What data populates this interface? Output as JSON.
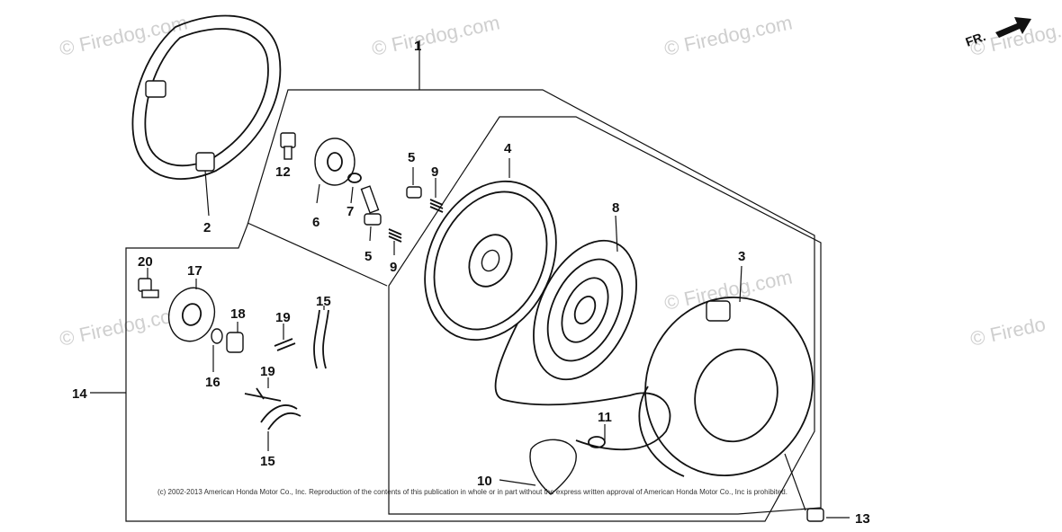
{
  "watermarks": [
    "© Firedog.com",
    "© Firedog.com",
    "© Firedog.com",
    "© Firedog.c",
    "© Firedog.com",
    "© Firedog.com",
    "© Firedo"
  ],
  "copyright": "(c) 2002-2013 American Honda Motor Co., Inc. Reproduction of the contents of this publication in whole or in part without the express written approval of American Honda Motor Co., Inc is prohibited.",
  "direction_indicator": "FR.",
  "callouts": [
    "1",
    "2",
    "3",
    "4",
    "5",
    "5",
    "6",
    "7",
    "8",
    "9",
    "9",
    "10",
    "11",
    "12",
    "13",
    "14",
    "15",
    "15",
    "16",
    "17",
    "18",
    "19",
    "19",
    "20"
  ]
}
